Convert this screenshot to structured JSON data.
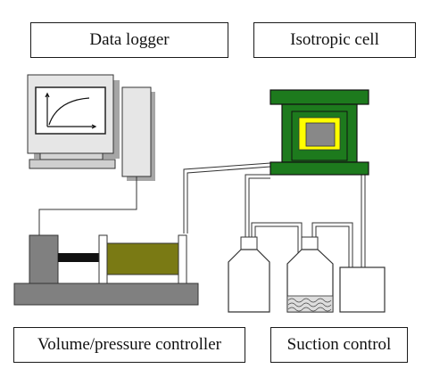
{
  "labels": {
    "data_logger": "Data logger",
    "isotropic_cell": "Isotropic cell",
    "volume_pressure_controller": "Volume/pressure controller",
    "suction_control": "Suction control"
  },
  "colors": {
    "cell_frame": "#1d7a1d",
    "cell_specimen": "#888888",
    "cell_porous_stone": "#ffff00",
    "controller_piston": "#7a7a14",
    "controller_body": "#808080",
    "controller_rod": "#111111",
    "computer_case": "#e6e6e6",
    "computer_shadow": "#a6a6a6"
  },
  "icons": {
    "monitor_curve": "growth-curve-icon"
  }
}
